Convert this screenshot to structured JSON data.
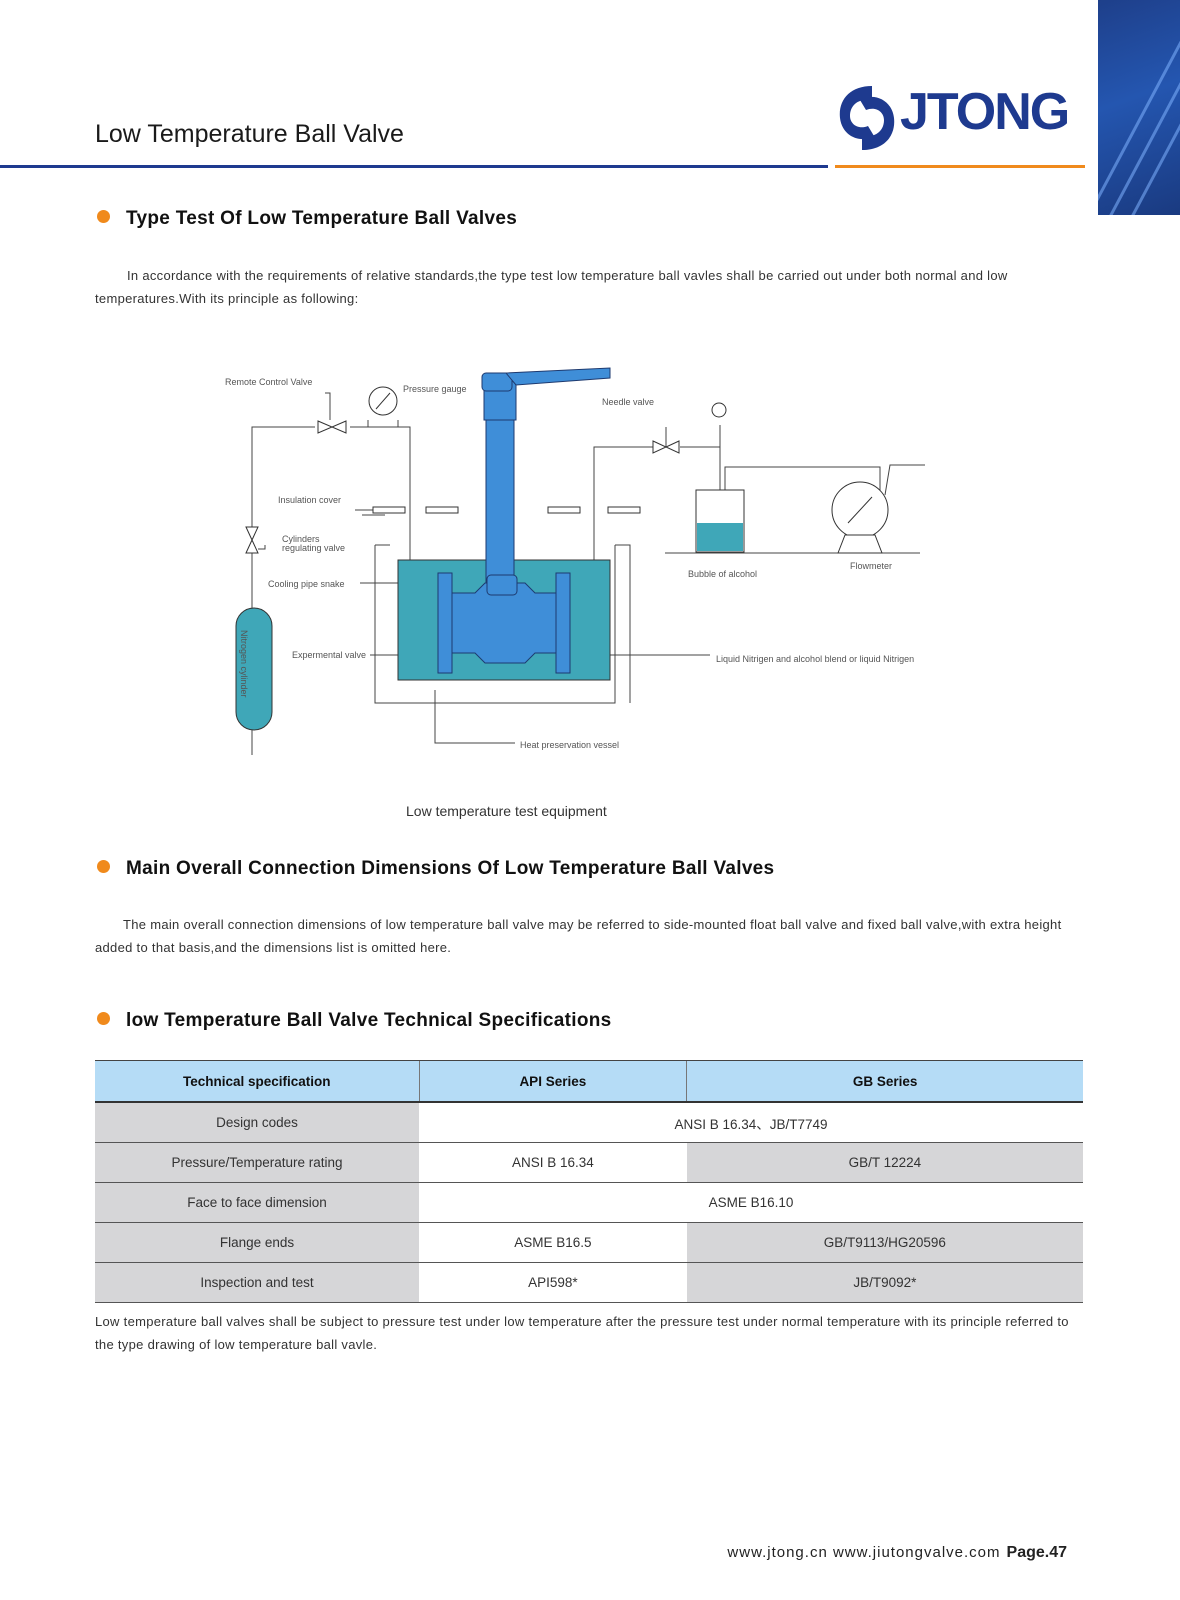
{
  "header": {
    "title": "Low Temperature Ball Valve",
    "logo_text": "JTONG"
  },
  "section1": {
    "heading": "Type Test Of Low Temperature Ball Valves",
    "paragraph": "In accordance with the requirements of relative standards,the type test  low temperature ball vavles shall be carried out under both normal and low temperatures.With its principle as following:"
  },
  "diagram": {
    "labels": {
      "remote_control_valve": "Remote Control Valve",
      "pressure_gauge": "Pressure gauge",
      "needle_valve": "Needle valve",
      "insulation_cover": "Insulation cover",
      "cylinders_regulating_valve_1": "Cylinders",
      "cylinders_regulating_valve_2": "regulating valve",
      "cooling_pipe_snake": "Cooling pipe snake",
      "experimental_valve": "Expermental valve",
      "nitrogen_cylinder": "Nitrogen cylinder",
      "bubble_of_alcohol": "Bubble of alcohol",
      "flowmeter": "Flowmeter",
      "liquid_nitrogen": "Liquid Nitrigen and alcohol blend or liquid Nitrigen",
      "heat_preservation_vessel": "Heat preservation vessel"
    },
    "caption": "Low temperature test equipment"
  },
  "section2": {
    "heading": "Main Overall Connection Dimensions Of Low Temperature Ball Valves",
    "paragraph": "The main overall connection dimensions of low temperature ball valve may be referred to side-mounted float ball valve and fixed ball valve,with extra height added to that basis,and the dimensions list is omitted here."
  },
  "section3": {
    "heading": "low Temperature Ball Valve Technical Specifications",
    "table": {
      "headers": [
        "Technical specification",
        "API   Series",
        "GB  Series"
      ],
      "rows": [
        {
          "label": "Design codes",
          "merged": "ANSI B 16.34、JB/T7749"
        },
        {
          "label": "Pressure/Temperature rating",
          "api": "ANSI B 16.34",
          "gb": "GB/T 12224"
        },
        {
          "label": "Face to face dimension",
          "merged": "ASME B16.10"
        },
        {
          "label": "Flange ends",
          "api": "ASME B16.5",
          "gb": "GB/T9113/HG20596"
        },
        {
          "label": "Inspection and test",
          "api": "API598*",
          "gb": "JB/T9092*"
        }
      ]
    },
    "note": "Low temperature ball valves shall be subject to pressure test under low temperature after the pressure test under normal temperature with its principle referred to the type drawing of low temperature ball vavle."
  },
  "footer": {
    "websites": "www.jtong.cn  www.jiutongvalve.com",
    "page": "Page.47"
  },
  "colors": {
    "brand_blue": "#1e3a8f",
    "accent_orange": "#f08a1c",
    "table_header": "#b5dcf6",
    "table_gray": "#d6d6d8",
    "liquid": "#3fa7b8",
    "valve_blue": "#3f8ed8"
  }
}
